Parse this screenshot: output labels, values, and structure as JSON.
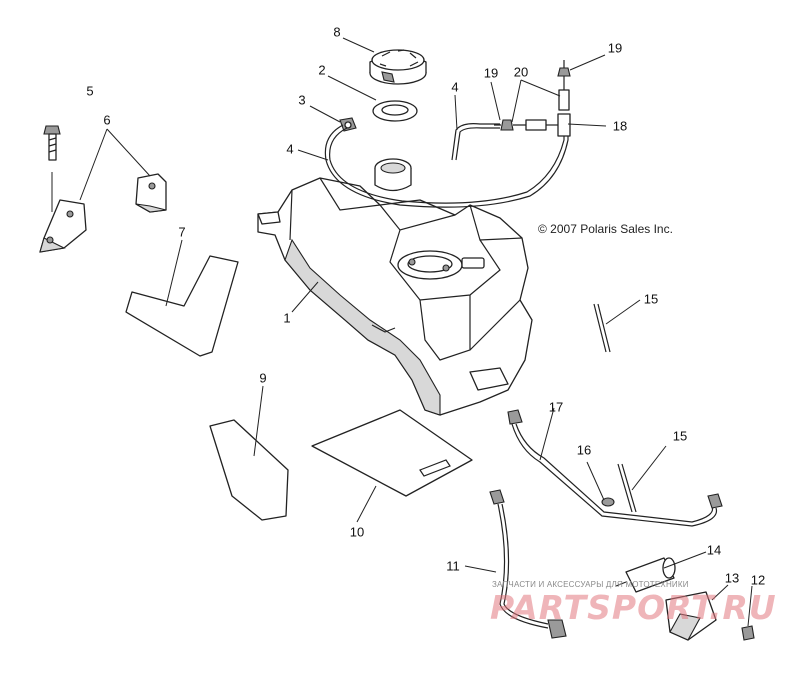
{
  "copyright": "© 2007 Polaris Sales Inc.",
  "watermark": {
    "caption": "ЗАПЧАСТИ И АКСЕССУАРЫ ДЛЯ МОТОТЕХНИКИ",
    "logo": "PARTSPORT.RU"
  },
  "callouts": [
    "1",
    "2",
    "3",
    "4",
    "4",
    "5",
    "6",
    "7",
    "8",
    "9",
    "10",
    "11",
    "12",
    "13",
    "14",
    "15",
    "15",
    "16",
    "17",
    "18",
    "19",
    "19",
    "20"
  ]
}
